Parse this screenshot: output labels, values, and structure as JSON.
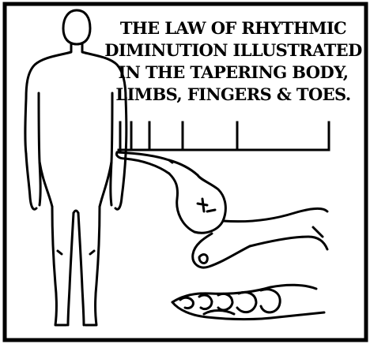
{
  "caption": {
    "lines": [
      "THE LAW OF RHYTHMIC",
      "DIMINUTION ILLUSTRATED",
      "IN THE TAPERING BODY,",
      "LIMBS, FINGERS & TOES."
    ]
  },
  "colors": {
    "ink": "#000000",
    "paper": "#ffffff"
  }
}
